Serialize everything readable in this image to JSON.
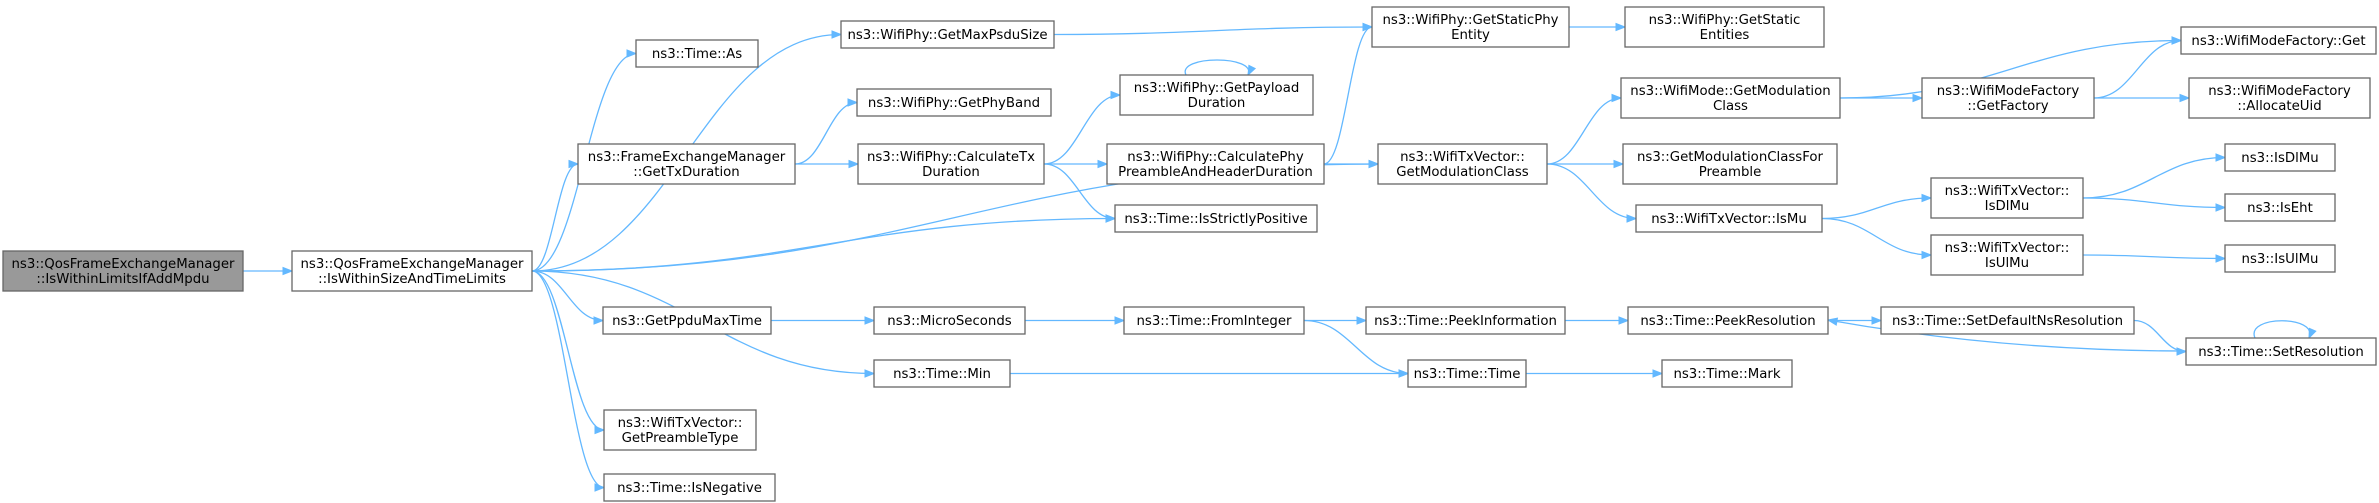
{
  "graph": {
    "nodes": [
      {
        "id": "root",
        "lines": [
          "ns3::QosFrameExchangeManager",
          "::IsWithinLimitsIfAddMpdu"
        ],
        "highlight": true
      },
      {
        "id": "iwstl",
        "lines": [
          "ns3::QosFrameExchangeManager",
          "::IsWithinSizeAndTimeLimits"
        ]
      },
      {
        "id": "timeAs",
        "lines": [
          "ns3::Time::As"
        ]
      },
      {
        "id": "getMaxPsdu",
        "lines": [
          "ns3::WifiPhy::GetMaxPsduSize"
        ]
      },
      {
        "id": "fem",
        "lines": [
          "ns3::FrameExchangeManager",
          "::GetTxDuration"
        ]
      },
      {
        "id": "getPpdu",
        "lines": [
          "ns3::GetPpduMaxTime"
        ]
      },
      {
        "id": "timeMin",
        "lines": [
          "ns3::Time::Min"
        ]
      },
      {
        "id": "getPreamble",
        "lines": [
          "ns3::WifiTxVector::",
          "GetPreambleType"
        ]
      },
      {
        "id": "isNeg",
        "lines": [
          "ns3::Time::IsNegative"
        ]
      },
      {
        "id": "getPhyBand",
        "lines": [
          "ns3::WifiPhy::GetPhyBand"
        ]
      },
      {
        "id": "calcTx",
        "lines": [
          "ns3::WifiPhy::CalculateTx",
          "Duration"
        ]
      },
      {
        "id": "micro",
        "lines": [
          "ns3::MicroSeconds"
        ]
      },
      {
        "id": "getPayload",
        "lines": [
          "ns3::WifiPhy::GetPayload",
          "Duration"
        ]
      },
      {
        "id": "calcPreamble",
        "lines": [
          "ns3::WifiPhy::CalculatePhy",
          "PreambleAndHeaderDuration"
        ]
      },
      {
        "id": "isStrict",
        "lines": [
          "ns3::Time::IsStrictlyPositive"
        ]
      },
      {
        "id": "fromInt",
        "lines": [
          "ns3::Time::FromInteger"
        ]
      },
      {
        "id": "getStaticPhy",
        "lines": [
          "ns3::WifiPhy::GetStaticPhy",
          "Entity"
        ]
      },
      {
        "id": "getModClass",
        "lines": [
          "ns3::WifiTxVector::",
          "GetModulationClass"
        ]
      },
      {
        "id": "peekInfo",
        "lines": [
          "ns3::Time::PeekInformation"
        ]
      },
      {
        "id": "timeTime",
        "lines": [
          "ns3::Time::Time"
        ]
      },
      {
        "id": "getStaticPhyEnt",
        "lines": [
          "ns3::WifiPhy::GetStatic",
          "Entities"
        ]
      },
      {
        "id": "modeGetMod",
        "lines": [
          "ns3::WifiMode::GetModulation",
          "Class"
        ]
      },
      {
        "id": "getModFor",
        "lines": [
          "ns3::GetModulationClassFor",
          "Preamble"
        ]
      },
      {
        "id": "isMu",
        "lines": [
          "ns3::WifiTxVector::IsMu"
        ]
      },
      {
        "id": "peekRes",
        "lines": [
          "ns3::Time::PeekResolution"
        ]
      },
      {
        "id": "mark",
        "lines": [
          "ns3::Time::Mark"
        ]
      },
      {
        "id": "getFactory",
        "lines": [
          "ns3::WifiModeFactory",
          "::GetFactory"
        ]
      },
      {
        "id": "txIsDlMu",
        "lines": [
          "ns3::WifiTxVector::",
          "IsDlMu"
        ]
      },
      {
        "id": "txIsUlMu",
        "lines": [
          "ns3::WifiTxVector::",
          "IsUlMu"
        ]
      },
      {
        "id": "setDefault",
        "lines": [
          "ns3::Time::SetDefaultNsResolution"
        ]
      },
      {
        "id": "factGet",
        "lines": [
          "ns3::WifiModeFactory::Get"
        ]
      },
      {
        "id": "allocUid",
        "lines": [
          "ns3::WifiModeFactory",
          "::AllocateUid"
        ]
      },
      {
        "id": "isDlMu",
        "lines": [
          "ns3::IsDlMu"
        ]
      },
      {
        "id": "isEht",
        "lines": [
          "ns3::IsEht"
        ]
      },
      {
        "id": "isUlMu",
        "lines": [
          "ns3::IsUlMu"
        ]
      },
      {
        "id": "setRes",
        "lines": [
          "ns3::Time::SetResolution"
        ]
      }
    ],
    "edges": [
      [
        "root",
        "iwstl"
      ],
      [
        "iwstl",
        "timeAs"
      ],
      [
        "iwstl",
        "getMaxPsdu"
      ],
      [
        "iwstl",
        "fem"
      ],
      [
        "iwstl",
        "isStrict"
      ],
      [
        "iwstl",
        "getModClass"
      ],
      [
        "iwstl",
        "getPpdu"
      ],
      [
        "iwstl",
        "timeMin"
      ],
      [
        "iwstl",
        "getPreamble"
      ],
      [
        "iwstl",
        "isNeg"
      ],
      [
        "getMaxPsdu",
        "getStaticPhy"
      ],
      [
        "fem",
        "getPhyBand"
      ],
      [
        "fem",
        "calcTx"
      ],
      [
        "calcTx",
        "getPayload"
      ],
      [
        "calcTx",
        "calcPreamble"
      ],
      [
        "calcTx",
        "isStrict"
      ],
      [
        "getPayload",
        "getPayload"
      ],
      [
        "calcPreamble",
        "getStaticPhy"
      ],
      [
        "calcPreamble",
        "getModClass"
      ],
      [
        "getStaticPhy",
        "getStaticPhyEnt"
      ],
      [
        "getModClass",
        "modeGetMod"
      ],
      [
        "getModClass",
        "getModFor"
      ],
      [
        "getModClass",
        "isMu"
      ],
      [
        "modeGetMod",
        "factGet"
      ],
      [
        "modeGetMod",
        "getFactory"
      ],
      [
        "getFactory",
        "factGet"
      ],
      [
        "getFactory",
        "allocUid"
      ],
      [
        "isMu",
        "txIsDlMu"
      ],
      [
        "isMu",
        "txIsUlMu"
      ],
      [
        "txIsDlMu",
        "isDlMu"
      ],
      [
        "txIsDlMu",
        "isEht"
      ],
      [
        "txIsUlMu",
        "isUlMu"
      ],
      [
        "getPpdu",
        "micro"
      ],
      [
        "micro",
        "fromInt"
      ],
      [
        "fromInt",
        "peekInfo"
      ],
      [
        "fromInt",
        "timeTime"
      ],
      [
        "timeMin",
        "timeTime"
      ],
      [
        "peekInfo",
        "peekRes"
      ],
      [
        "timeTime",
        "mark"
      ],
      [
        "peekRes",
        "setDefault"
      ],
      [
        "setDefault",
        "setRes"
      ],
      [
        "setRes",
        "peekRes"
      ],
      [
        "setRes",
        "setRes"
      ]
    ]
  }
}
